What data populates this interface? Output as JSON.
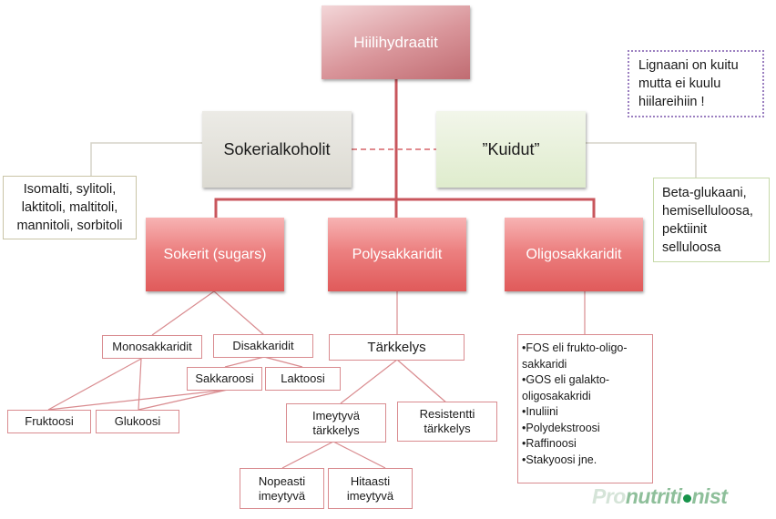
{
  "diagram": {
    "root": {
      "label": "Hiilihydraatit"
    },
    "side_categories": {
      "sugar_alcohols": {
        "label": "Sokerialkoholit",
        "examples": "Isomalti, sylitoli, laktitoli, maltitoli, mannitoli, sorbitoli"
      },
      "fibres": {
        "label": "”Kuidut”",
        "examples": "Beta-glukaani, hemiselluloosa, pektiinit selluloosa"
      }
    },
    "note": {
      "text": "Lignaani on kuitu mutta ei kuulu hiilareihiin !"
    },
    "main_categories": [
      {
        "label": "Sokerit (sugars)"
      },
      {
        "label": "Polysakkaridit"
      },
      {
        "label": "Oligosakkaridit"
      }
    ],
    "sugars": {
      "monosaccharides": "Monosakkaridit",
      "disaccharides": "Disakkaridit",
      "sucrose": "Sakkaroosi",
      "lactose": "Laktoosi",
      "fructose": "Fruktoosi",
      "glucose": "Glukoosi"
    },
    "polysaccharides": {
      "starch": "Tärkkelys",
      "digestible_starch": "Imeytyvä tärkkelys",
      "resistant_starch": "Resistentti tärkkelys",
      "fast": "Nopeasti imeytyvä",
      "slow": "Hitaasti imeytyvä"
    },
    "oligosaccharides": {
      "items": [
        "FOS eli frukto-oligo-sakkaridi",
        "GOS eli galakto-oligosakakridi",
        "Inuliini",
        "Polydekstroosi",
        "Raffinoosi",
        "Stakyoosi jne."
      ]
    }
  },
  "branding": {
    "logo_prefix": "Pro",
    "logo_part1": "nutriti",
    "logo_part2": "nist"
  },
  "colors": {
    "main_connector": "#c8565c",
    "dashed_connector": "#e08a8e",
    "side_connector": "#d6d4c8",
    "thin_connector": "#d98b8f",
    "note_border": "#9b7fc0"
  }
}
